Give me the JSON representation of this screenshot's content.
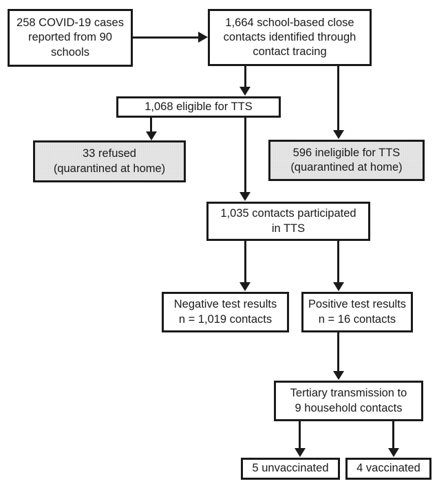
{
  "colors": {
    "box_border": "#1a1a1a",
    "box_fill_white": "#ffffff",
    "box_fill_gray": "#e4e4e4",
    "arrow": "#1a1a1a",
    "background": "#ffffff"
  },
  "boxes": {
    "cases": {
      "text": "258 COVID-19 cases\nreported from 90\nschools",
      "fill": "white"
    },
    "close_contacts": {
      "text": "1,664 school-based close\ncontacts identified through\ncontact tracing",
      "fill": "white"
    },
    "eligible": {
      "text": "1,068 eligible for TTS",
      "fill": "white"
    },
    "refused": {
      "text": "33 refused\n(quarantined at home)",
      "fill": "gray"
    },
    "ineligible": {
      "text": "596 ineligible for TTS\n(quarantined at home)",
      "fill": "gray"
    },
    "participated": {
      "text": "1,035 contacts participated\nin TTS",
      "fill": "white"
    },
    "negative": {
      "text": "Negative test results\nn = 1,019 contacts",
      "fill": "white"
    },
    "positive": {
      "text": "Positive test results\nn = 16 contacts",
      "fill": "white"
    },
    "tertiary": {
      "text": "Tertiary transmission to\n9 household contacts",
      "fill": "white"
    },
    "unvaccinated": {
      "text": "5 unvaccinated",
      "fill": "white"
    },
    "vaccinated": {
      "text": "4 vaccinated",
      "fill": "white"
    }
  }
}
